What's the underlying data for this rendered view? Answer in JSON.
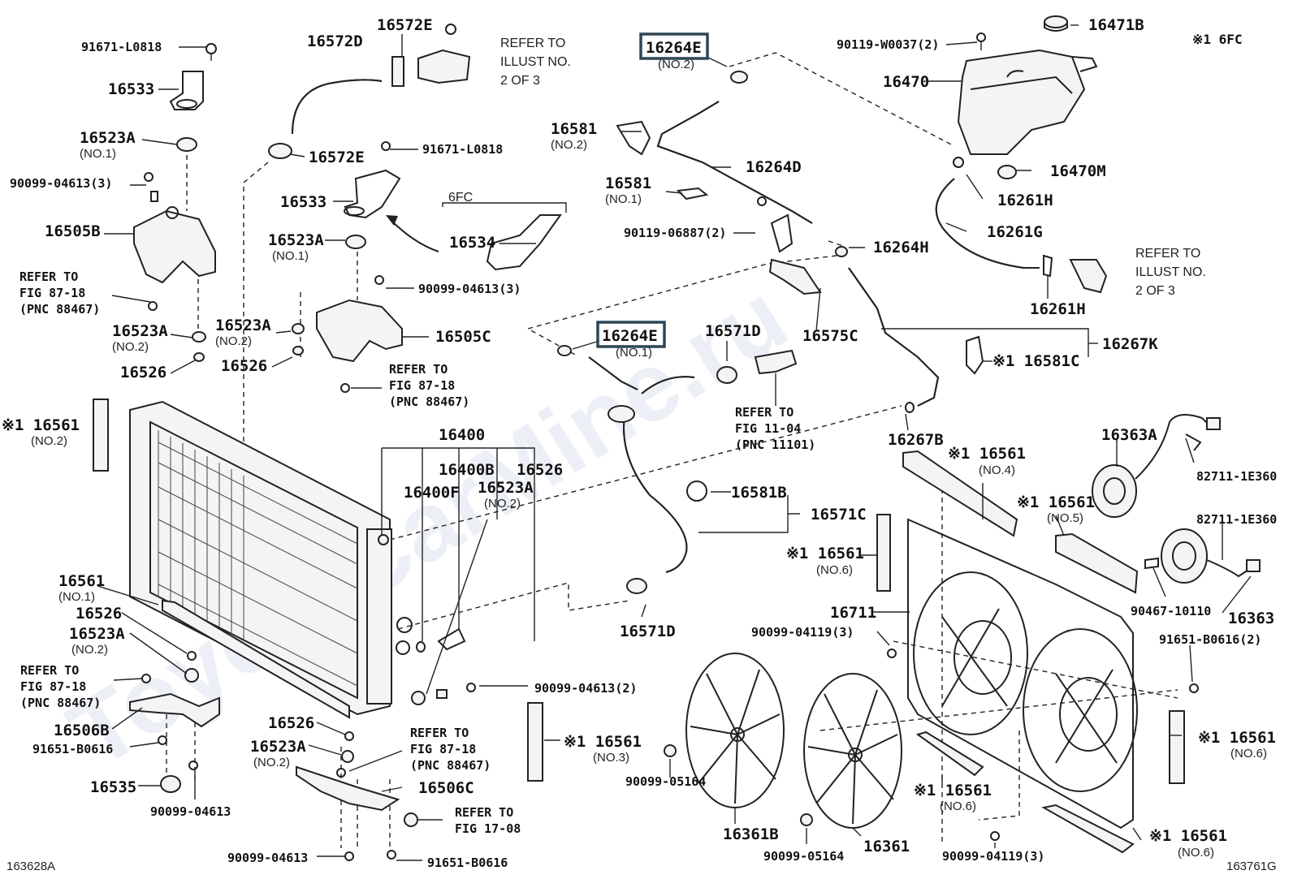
{
  "header": {
    "ref_code": "※1 6FC"
  },
  "watermark": "ToyotaCarMine.ru",
  "figure_codes": {
    "left": "163628A",
    "right": "163761G"
  },
  "labels": {
    "p_91671_l0818_a": "91671-L0818",
    "p_16533_a": "16533",
    "p_16523a_a": "16523A",
    "p_16523a_a_sub": "(NO.1)",
    "p_90099_04613_3a": "90099-04613(3)",
    "p_16505b": "16505B",
    "p_refer_fig87_a1": "REFER TO",
    "p_refer_fig87_a2": "FIG 87-18",
    "p_refer_fig87_a3": "(PNC 88467)",
    "p_16523a_b": "16523A",
    "p_16523a_b_sub": "(NO.2)",
    "p_16526_a": "16526",
    "p_16561_no2": "※1 16561",
    "p_16561_no2_sub": "(NO.2)",
    "p_16572d": "16572D",
    "p_16572e_a": "16572E",
    "p_refer_ill_a1": "REFER TO",
    "p_refer_ill_a2": "ILLUST NO.",
    "p_refer_ill_a3": "2 OF 3",
    "p_16572e_b": "16572E",
    "p_91671_l0818_b": "91671-L0818",
    "p_16533_b": "16533",
    "p_6fc": "6FC",
    "p_16534": "16534",
    "p_16523a_c": "16523A",
    "p_16523a_c_sub": "(NO.1)",
    "p_90099_04613_3b": "90099-04613(3)",
    "p_16523a_d": "16523A",
    "p_16523a_d_sub": "(NO.2)",
    "p_16505c": "16505C",
    "p_16526_b": "16526",
    "p_refer_fig87_b1": "REFER TO",
    "p_refer_fig87_b2": "FIG 87-18",
    "p_refer_fig87_b3": "(PNC 88467)",
    "p_16264e_a": "16264E",
    "p_16264e_a_sub": "(NO.2)",
    "p_16581_no2": "16581",
    "p_16581_no2_sub": "(NO.2)",
    "p_16264d": "16264D",
    "p_16581_no1": "16581",
    "p_16581_no1_sub": "(NO.1)",
    "p_90119_06887": "90119-06887(2)",
    "p_16264h": "16264H",
    "p_16575c": "16575C",
    "p_16264e_b": "16264E",
    "p_16264e_b_sub": "(NO.1)",
    "p_16571d_a": "16571D",
    "p_refer_fig11_1": "REFER TO",
    "p_refer_fig11_2": "FIG 11-04",
    "p_refer_fig11_3": "(PNC 11101)",
    "p_90119_w0037": "90119-W0037(2)",
    "p_16471b": "16471B",
    "p_16470": "16470",
    "p_16470m": "16470M",
    "p_16261h_a": "16261H",
    "p_16261g": "16261G",
    "p_refer_ill_b1": "REFER TO",
    "p_refer_ill_b2": "ILLUST NO.",
    "p_refer_ill_b3": "2 OF 3",
    "p_16261h_b": "16261H",
    "p_16267k": "16267K",
    "p_16581c": "※1 16581C",
    "p_16267b": "16267B",
    "p_16400": "16400",
    "p_16400b": "16400B",
    "p_16526_c": "16526",
    "p_16400f": "16400F",
    "p_16523a_e": "16523A",
    "p_16523a_e_sub": "(NO.2)",
    "p_16581b": "16581B",
    "p_16571c": "16571C",
    "p_16571d_b": "16571D",
    "p_16561_no4": "※1 16561",
    "p_16561_no4_sub": "(NO.4)",
    "p_16561_no5": "※1 16561",
    "p_16561_no5_sub": "(NO.5)",
    "p_16561_no6a": "※1 16561",
    "p_16561_no6a_sub": "(NO.6)",
    "p_16363a": "16363A",
    "p_82711_a": "82711-1E360",
    "p_82711_b": "82711-1E360",
    "p_16711": "16711",
    "p_90467": "90467-10110",
    "p_16363": "16363",
    "p_90099_04119_3a": "90099-04119(3)",
    "p_91651_b0616_2": "91651-B0616(2)",
    "p_16561_no1": "16561",
    "p_16561_no1_sub": "(NO.1)",
    "p_16526_d": "16526",
    "p_16523a_f": "16523A",
    "p_16523a_f_sub": "(NO.2)",
    "p_refer_fig87_c1": "REFER TO",
    "p_refer_fig87_c2": "FIG 87-18",
    "p_refer_fig87_c3": "(PNC 88467)",
    "p_16506b": "16506B",
    "p_91651_b0616_a": "91651-B0616",
    "p_16535": "16535",
    "p_90099_04613_a": "90099-04613",
    "p_90099_04613_2": "90099-04613(2)",
    "p_16561_no3": "※1 16561",
    "p_16561_no3_sub": "(NO.3)",
    "p_16526_e": "16526",
    "p_16523a_g": "16523A",
    "p_16523a_g_sub": "(NO.2)",
    "p_refer_fig87_d1": "REFER TO",
    "p_refer_fig87_d2": "FIG 87-18",
    "p_refer_fig87_d3": "(PNC 88467)",
    "p_16506c": "16506C",
    "p_refer_fig17_1": "REFER TO",
    "p_refer_fig17_2": "FIG 17-08",
    "p_90099_04613_b": "90099-04613",
    "p_91651_b0616_b": "91651-B0616",
    "p_90099_05164_a": "90099-05164",
    "p_16361b": "16361B",
    "p_90099_05164_b": "90099-05164",
    "p_16361": "16361",
    "p_16561_no6b": "※1 16561",
    "p_16561_no6b_sub": "(NO.6)",
    "p_90099_04119_3b": "90099-04119(3)",
    "p_16561_no6c": "※1 16561",
    "p_16561_no6c_sub": "(NO.6)",
    "p_16561_no6d": "※1 16561",
    "p_16561_no6d_sub": "(NO.6)"
  }
}
